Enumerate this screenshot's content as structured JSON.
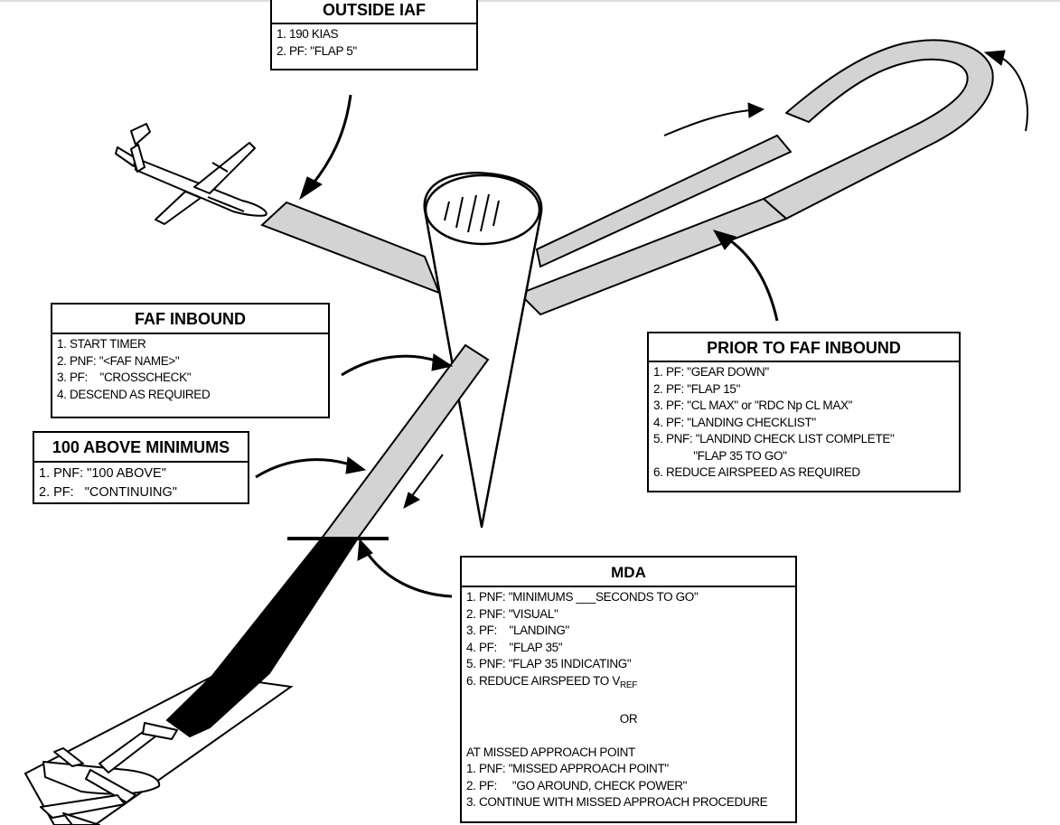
{
  "boxes": {
    "outside_iaf": {
      "title": "OUTSIDE IAF",
      "lines": [
        "1. 190 KIAS",
        "2. PF: \"FLAP 5\""
      ]
    },
    "faf_inbound": {
      "title": "FAF INBOUND",
      "lines": [
        "1. START TIMER",
        "2. PNF: \"<FAF NAME>\"",
        "3. PF:    \"CROSSCHECK\"",
        "4. DESCEND AS REQUIRED"
      ]
    },
    "prior_to_faf_inbound": {
      "title": "PRIOR TO FAF INBOUND",
      "lines": [
        "1. PF: \"GEAR DOWN\"",
        "2. PF: \"FLAP 15\"",
        "3. PF: \"CL MAX\" or \"RDC Np CL MAX\"",
        "4. PF: \"LANDING CHECKLIST\"",
        "5. PNF: \"LANDIND CHECK LIST COMPLETE\"",
        "             \"FLAP 35 TO GO\"",
        "6. REDUCE AIRSPEED AS REQUIRED"
      ]
    },
    "hundred_above_minimums": {
      "title": "100 ABOVE MINIMUMS",
      "lines": [
        "1. PNF: \"100 ABOVE\"",
        "2. PF:   \"CONTINUING\""
      ]
    },
    "mda": {
      "title": "MDA",
      "lines": [
        "1. PNF: \"MINIMUMS ___SECONDS TO GO\"",
        "2. PNF: \"VISUAL\"",
        "3. PF:    \"LANDING\"",
        "4. PF:    \"FLAP 35\"",
        "5. PNF: \"FLAP 35 INDICATING\""
      ],
      "line6_text": "6. REDUCE AIRSPEED TO V",
      "line6_sub": "REF",
      "or_text": "OR",
      "map_heading": "AT MISSED APPROACH POINT",
      "map_lines": [
        "1. PNF: \"MISSED APPROACH POINT\"",
        "2. PF:     \"GO AROUND, CHECK POWER\"",
        "3. CONTINUE WITH MISSED APPROACH PROCEDURE"
      ]
    }
  },
  "colors": {
    "path_fill": "#d3d3d3",
    "final_segment": "#000000",
    "stroke": "#000000"
  }
}
